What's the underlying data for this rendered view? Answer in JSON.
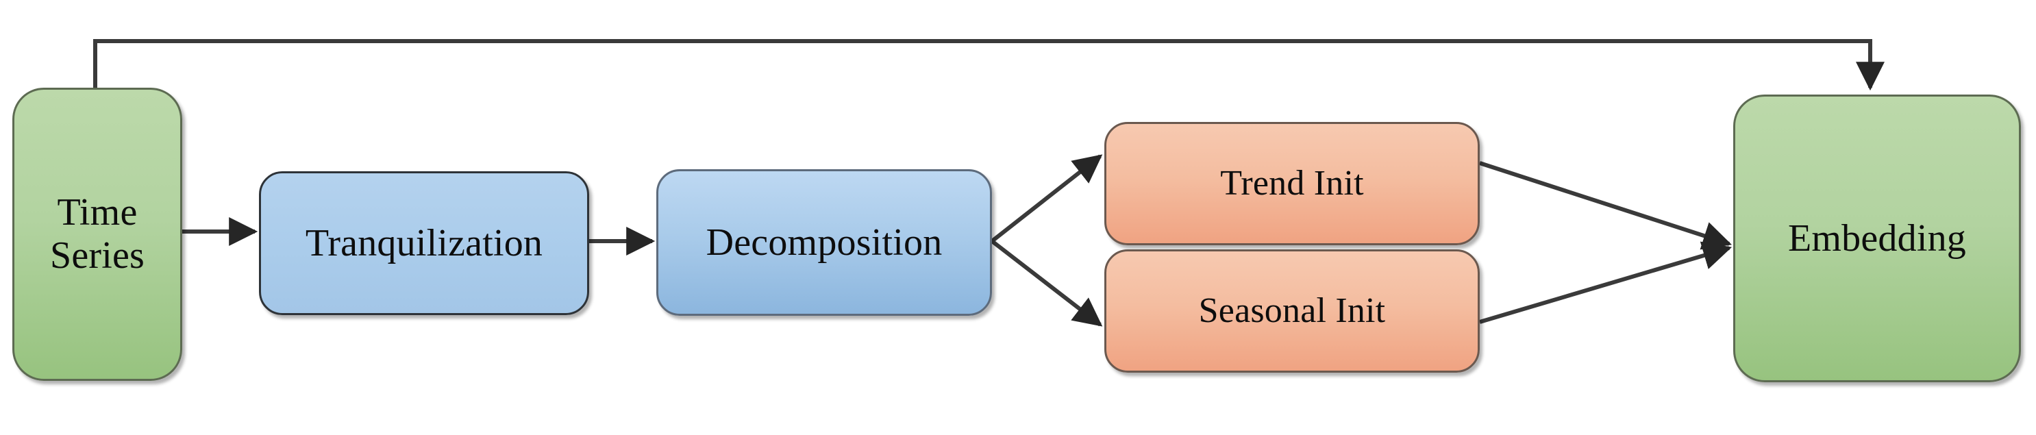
{
  "diagram": {
    "title": "Time series decomposition and embedding pipeline",
    "type": "flowchart",
    "background_color": "#ffffff",
    "palette": {
      "green_fill": "#b2d3a0",
      "blue_light_fill": "#aacceb",
      "blue_mid_fill": "#a9cbea",
      "orange_fill": "#f4bda0",
      "stroke": "#3a3a3a",
      "text": "#0d0d0d"
    },
    "nodes": [
      {
        "id": "time-series",
        "label": "Time\nSeries",
        "color": "#b2d3a0",
        "shape": "rounded-rectangle"
      },
      {
        "id": "tranquilization",
        "label": "Tranquilization",
        "color": "#aacceb",
        "shape": "rounded-rectangle"
      },
      {
        "id": "decomposition",
        "label": "Decomposition",
        "color": "#a9cbea",
        "shape": "rounded-rectangle"
      },
      {
        "id": "trend-init",
        "label": "Trend Init",
        "color": "#f4bda0",
        "shape": "rounded-rectangle"
      },
      {
        "id": "seasonal-init",
        "label": "Seasonal Init",
        "color": "#f4bda0",
        "shape": "rounded-rectangle"
      },
      {
        "id": "embedding",
        "label": "Embedding",
        "color": "#b2d3a0",
        "shape": "rounded-rectangle"
      }
    ],
    "edges": [
      {
        "id": "e1",
        "from": "time-series",
        "to": "tranquilization",
        "style": "straight",
        "arrow": true,
        "label": ""
      },
      {
        "id": "e2",
        "from": "tranquilization",
        "to": "decomposition",
        "style": "straight",
        "arrow": true,
        "label": ""
      },
      {
        "id": "e3",
        "from": "decomposition",
        "to": "trend-init",
        "style": "diagonal",
        "arrow": true,
        "label": ""
      },
      {
        "id": "e4",
        "from": "decomposition",
        "to": "seasonal-init",
        "style": "diagonal",
        "arrow": true,
        "label": ""
      },
      {
        "id": "e5",
        "from": "trend-init",
        "to": "embedding",
        "style": "diagonal",
        "arrow": true,
        "label": ""
      },
      {
        "id": "e6",
        "from": "seasonal-init",
        "to": "embedding",
        "style": "diagonal",
        "arrow": true,
        "label": ""
      },
      {
        "id": "e7",
        "from": "time-series",
        "to": "embedding",
        "style": "orthogonal-top-skip",
        "arrow": true,
        "label": ""
      }
    ]
  }
}
